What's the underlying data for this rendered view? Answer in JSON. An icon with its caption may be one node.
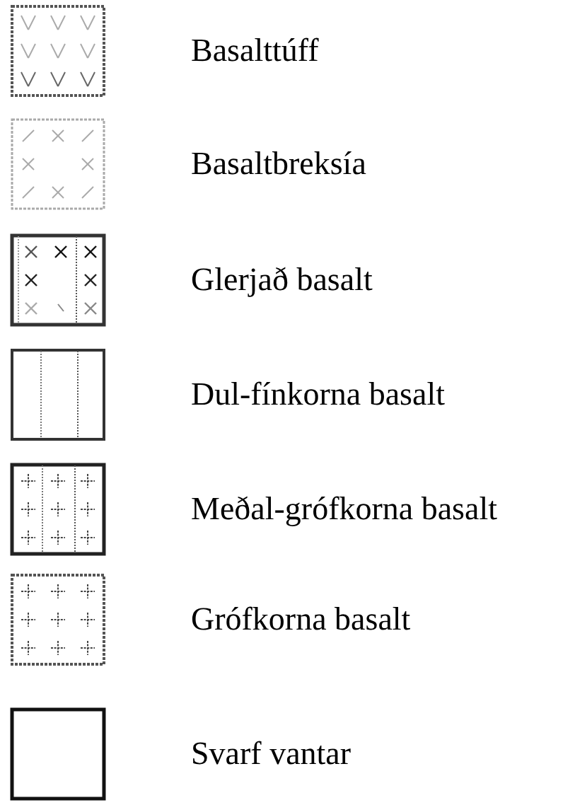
{
  "diagram": {
    "legend": [
      {
        "text": "Basalttúff"
      },
      {
        "text": "Basaltbreksía"
      },
      {
        "text": "Glerjað basalt"
      },
      {
        "text": "Dul-fínkorna basalt"
      },
      {
        "text": "Meðal-grófkorna basalt"
      },
      {
        "text": "Grófkorna basalt"
      },
      {
        "text": "Svarf vantar"
      }
    ]
  }
}
